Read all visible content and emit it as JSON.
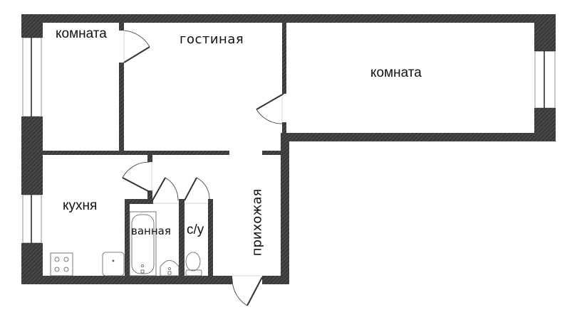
{
  "plan": {
    "title": "",
    "wall_color": "#3a3a3a",
    "background": "#ffffff",
    "rooms": [
      {
        "id": "room1",
        "label": "комната"
      },
      {
        "id": "living",
        "label": "гостиная"
      },
      {
        "id": "room2",
        "label": "комната"
      },
      {
        "id": "kitchen",
        "label": "кухня"
      },
      {
        "id": "bath",
        "label": "ванная"
      },
      {
        "id": "wc",
        "label": "с/у"
      },
      {
        "id": "hall",
        "label": "прихожая"
      }
    ],
    "fixtures": [
      "stove-icon",
      "sink-icon",
      "bathtub-icon",
      "washbasin-icon",
      "toilet-icon"
    ]
  }
}
